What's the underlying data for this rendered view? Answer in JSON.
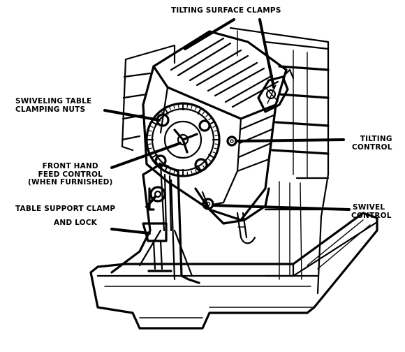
{
  "labels": {
    "tilting_surface_clamps": "TILTING SURFACE CLAMPS",
    "swiveling_table_clamping_nuts": [
      "SWIVELING TABLE",
      "CLAMPING NUTS"
    ],
    "front_hand_feed_control": [
      "FRONT HAND",
      "FEED CONTROL",
      "(WHEN FURNISHED)"
    ],
    "table_support_clamp_and_lock": [
      "TABLE SUPPORT CLAMP",
      "AND LOCK"
    ],
    "tilting_control": [
      "TILTING",
      "CONTROL"
    ],
    "swivel_control": [
      "SWIVEL",
      "CONTROL"
    ]
  },
  "colors": {
    "ink": "#000000",
    "paper": "#ffffff"
  }
}
